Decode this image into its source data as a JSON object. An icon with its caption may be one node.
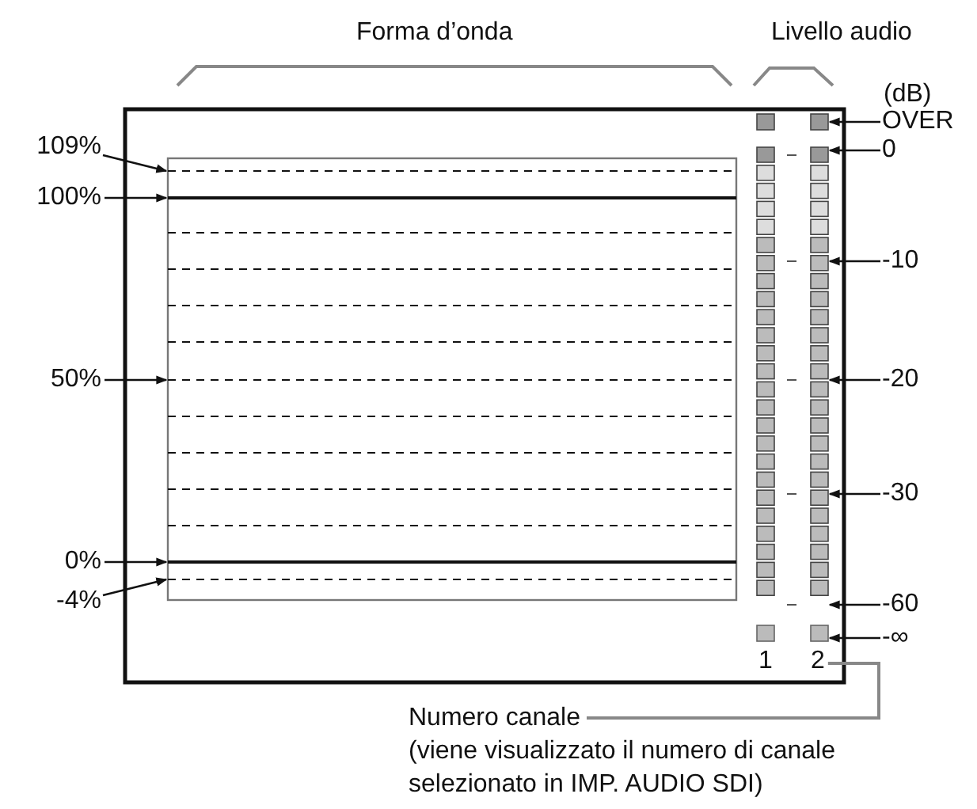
{
  "diagram": {
    "nodes": [
      {
        "text": [
          "109%"
        ]
      },
      {
        "text": [
          "100%"
        ]
      },
      {
        "text": [
          "50%"
        ]
      },
      {
        "text": [
          "0%"
        ]
      },
      {
        "text": [
          "-4%"
        ]
      },
      {
        "text": [
          "OVER"
        ]
      },
      {
        "text": [
          "0"
        ]
      },
      {
        "text": [
          "-10"
        ]
      },
      {
        "text": [
          "-20"
        ]
      },
      {
        "text": [
          "-30"
        ]
      },
      {
        "text": [
          "-60"
        ]
      },
      {
        "text": [
          "-∞"
        ]
      },
      {
        "text": [
          "Numero canale",
          "(viene visualizzato il numero di canale selezionato in IMP. AUDIO SDI)"
        ]
      },
      {
        "text": [
          "2"
        ]
      },
      {
        "text": [],
        "shape": "line"
      },
      {
        "text": [],
        "shape": "line"
      },
      {
        "text": [],
        "shape": "line"
      },
      {
        "text": [],
        "shape": "line"
      },
      {
        "text": [],
        "shape": "line"
      },
      {
        "text": [],
        "shape": "bar"
      }
    ],
    "edges": [
      {
        "from": 0,
        "to": 14,
        "arrow": "to"
      },
      {
        "from": 1,
        "to": 15,
        "arrow": "to"
      },
      {
        "from": 2,
        "to": 16,
        "arrow": "to"
      },
      {
        "from": 3,
        "to": 17,
        "arrow": "to"
      },
      {
        "from": 4,
        "to": 18,
        "arrow": "to"
      },
      {
        "from": 5,
        "to": 19,
        "arrow": "to"
      },
      {
        "from": 6,
        "to": 19,
        "arrow": "to"
      },
      {
        "from": 7,
        "to": 19,
        "arrow": "to"
      },
      {
        "from": 8,
        "to": 19,
        "arrow": "to"
      },
      {
        "from": 9,
        "to": 19,
        "arrow": "to"
      },
      {
        "from": 10,
        "to": 19,
        "arrow": "to"
      },
      {
        "from": 11,
        "to": 19,
        "arrow": "to"
      },
      {
        "from": 12,
        "to": 13,
        "arrow": "none",
        "color": "#888888"
      }
    ],
    "labels": [
      "Forma d’onda",
      "Livello audio",
      "(dB)",
      "1"
    ]
  }
}
